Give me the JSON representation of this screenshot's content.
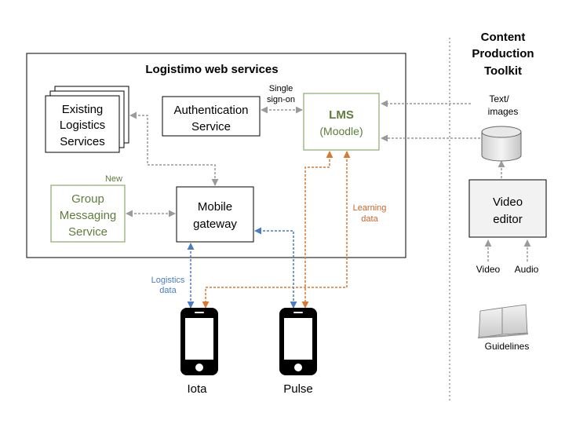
{
  "web_services": {
    "title": "Logistimo web services"
  },
  "boxes": {
    "existing_logistics": [
      "Existing",
      "Logistics",
      "Services"
    ],
    "authentication": [
      "Authentication",
      "Service"
    ],
    "lms_title": "LMS",
    "lms_sub": "(Moodle)",
    "group_messaging": [
      "Group",
      "Messaging",
      "Service"
    ],
    "mobile_gateway": [
      "Mobile",
      "gateway"
    ],
    "video_editor": [
      "Video",
      "editor"
    ]
  },
  "labels": {
    "single_sign_on": [
      "Single",
      "sign-on"
    ],
    "new": "New",
    "learning_data": [
      "Learning",
      "data"
    ],
    "logistics_data": [
      "Logistics",
      "data"
    ],
    "text_images": [
      "Text/",
      "images"
    ],
    "video": "Video",
    "audio": "Audio",
    "guidelines": "Guidelines"
  },
  "toolkit": {
    "title": [
      "Content",
      "Production",
      "Toolkit"
    ]
  },
  "phones": {
    "iota": "Iota",
    "pulse": "Pulse"
  },
  "colors": {
    "gray_arrow": "#9a9a9a",
    "blue_arrow": "#4a7cc4",
    "orange_arrow": "#d9782f",
    "green_border": "#8aab6a",
    "green_text": "#5d7d3a",
    "label_blue": "#4a7cc4",
    "label_orange": "#c8662a"
  }
}
